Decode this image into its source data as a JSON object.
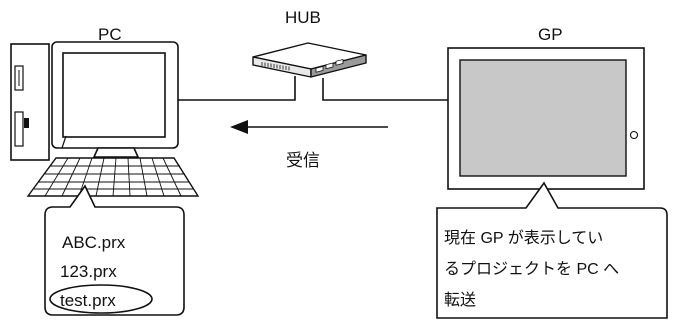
{
  "labels": {
    "pc": "PC",
    "hub": "HUB",
    "gp": "GP",
    "receive": "受信"
  },
  "pc_callout": {
    "files": [
      "ABC.prx",
      "123.prx",
      "test.prx"
    ],
    "highlighted_file": "test.prx"
  },
  "gp_callout": {
    "lines": [
      "現在 GP が表示してい",
      "るプロジェクトを PC へ",
      "転送"
    ]
  },
  "colors": {
    "line": "#111111",
    "screen_fill": "#c8c8c8",
    "background": "#ffffff"
  }
}
